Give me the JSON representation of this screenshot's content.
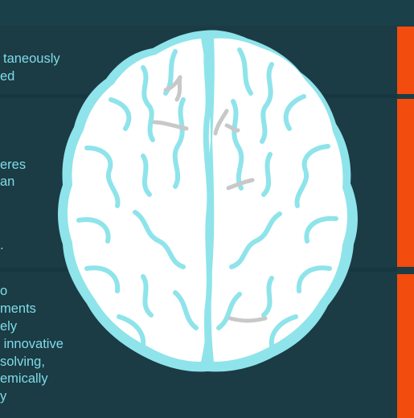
{
  "colors": {
    "background": "#1c3c46",
    "accent_orange": "#f24c0e",
    "text_cyan": "#7fdce6",
    "brain_outline": "#8ee4ea",
    "brain_fill": "#ffffff",
    "brain_shade": "#c8c8c8"
  },
  "rows": [
    {
      "lines": [
        "taneously",
        "ed"
      ]
    },
    {
      "lines": [
        "eres",
        "an",
        "",
        "",
        "",
        "."
      ]
    },
    {
      "lines": [
        "o",
        "ments",
        "ely",
        " innovative",
        "solving,",
        "emically",
        "y"
      ]
    }
  ],
  "illustration": {
    "icon": "brain-icon"
  }
}
